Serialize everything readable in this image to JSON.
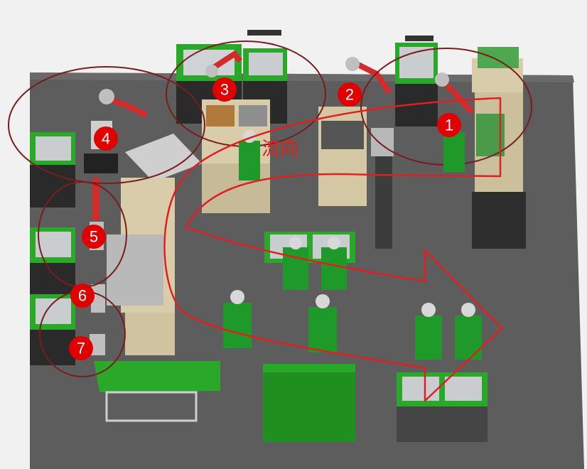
{
  "flow_label": "流向",
  "stations": [
    {
      "id": "1",
      "label": "1"
    },
    {
      "id": "2",
      "label": "2"
    },
    {
      "id": "3",
      "label": "3"
    },
    {
      "id": "4",
      "label": "4"
    },
    {
      "id": "5",
      "label": "5"
    },
    {
      "id": "6",
      "label": "6"
    },
    {
      "id": "7",
      "label": "7"
    }
  ],
  "colors": {
    "floor": "#5e5e5e",
    "fixture_green": "#2aa82a",
    "robot_red": "#d42a2a",
    "marker_red": "#e00000",
    "flow_arrow": "#e02020",
    "reach_circle": "#7a1d1d",
    "worker_green": "#1f9a2a",
    "bench_beige": "#d8ccaa"
  }
}
